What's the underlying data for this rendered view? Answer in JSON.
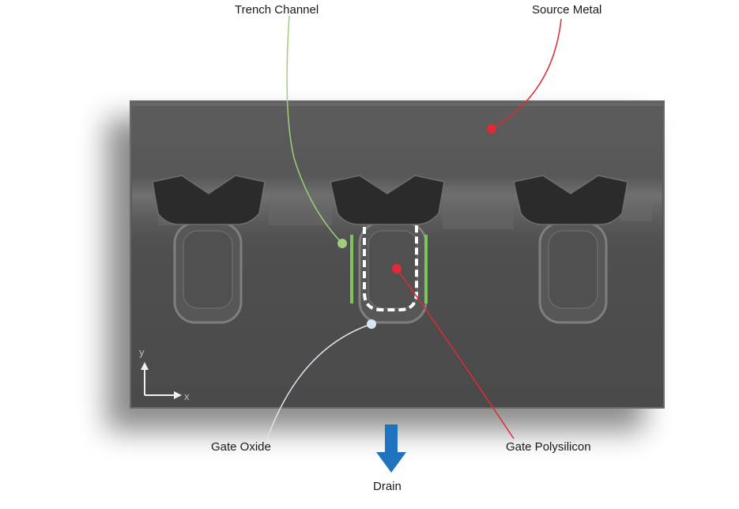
{
  "labels": {
    "trench_channel": "Trench Channel",
    "source_metal": "Source Metal",
    "gate_oxide": "Gate Oxide",
    "gate_polysilicon": "Gate Polysilicon",
    "drain": "Drain"
  },
  "axes": {
    "y": "y",
    "x": "x"
  },
  "colors": {
    "channel_callout": "#9fcf7a",
    "metal_callout": "#e02a35",
    "oxide_callout": "#d7e6f2",
    "drain_arrow": "#1f74bd",
    "channel_bar": "#7fc45a",
    "oxide_dash": "#ffffff"
  }
}
